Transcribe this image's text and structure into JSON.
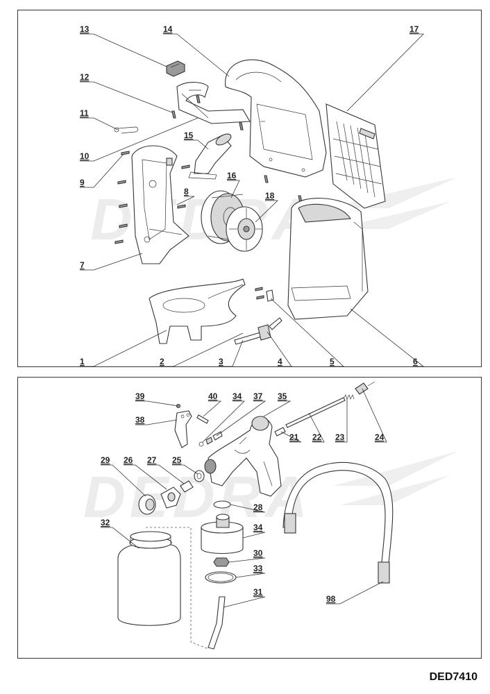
{
  "watermark": "DEDRA",
  "model_code": "DED7410",
  "top_panel": {
    "labels": [
      "13",
      "14",
      "17",
      "12",
      "11",
      "10",
      "9",
      "15",
      "16",
      "18",
      "8",
      "7",
      "1",
      "2",
      "3",
      "4",
      "5",
      "6"
    ]
  },
  "bottom_panel": {
    "labels": [
      "39",
      "40",
      "34",
      "37",
      "35",
      "38",
      "24",
      "21",
      "22",
      "23",
      "29",
      "26",
      "27",
      "25",
      "28",
      "32",
      "34",
      "30",
      "33",
      "31",
      "98"
    ]
  }
}
